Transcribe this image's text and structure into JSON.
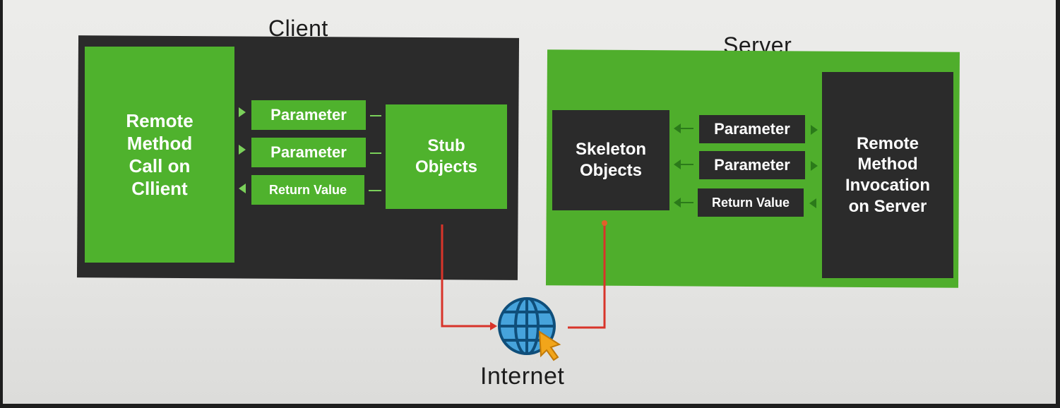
{
  "client": {
    "title": "Client",
    "remote_call": "Remote\nMethod\nCall on\nCllient",
    "param1": "Parameter",
    "param2": "Parameter",
    "return_value": "Return Value",
    "stub": "Stub\nObjects"
  },
  "server": {
    "title": "Server",
    "skeleton": "Skeleton\nObjects",
    "param1": "Parameter",
    "param2": "Parameter",
    "return_value": "Return Value",
    "invocation": "Remote\nMethod\nInvocation\non Server"
  },
  "network": {
    "label": "Internet",
    "icon": "globe-icon"
  },
  "colors": {
    "green": "#4fb22d",
    "dark": "#2b2b2b",
    "connector": "#d8342a",
    "globe": "#2f8fc9"
  }
}
